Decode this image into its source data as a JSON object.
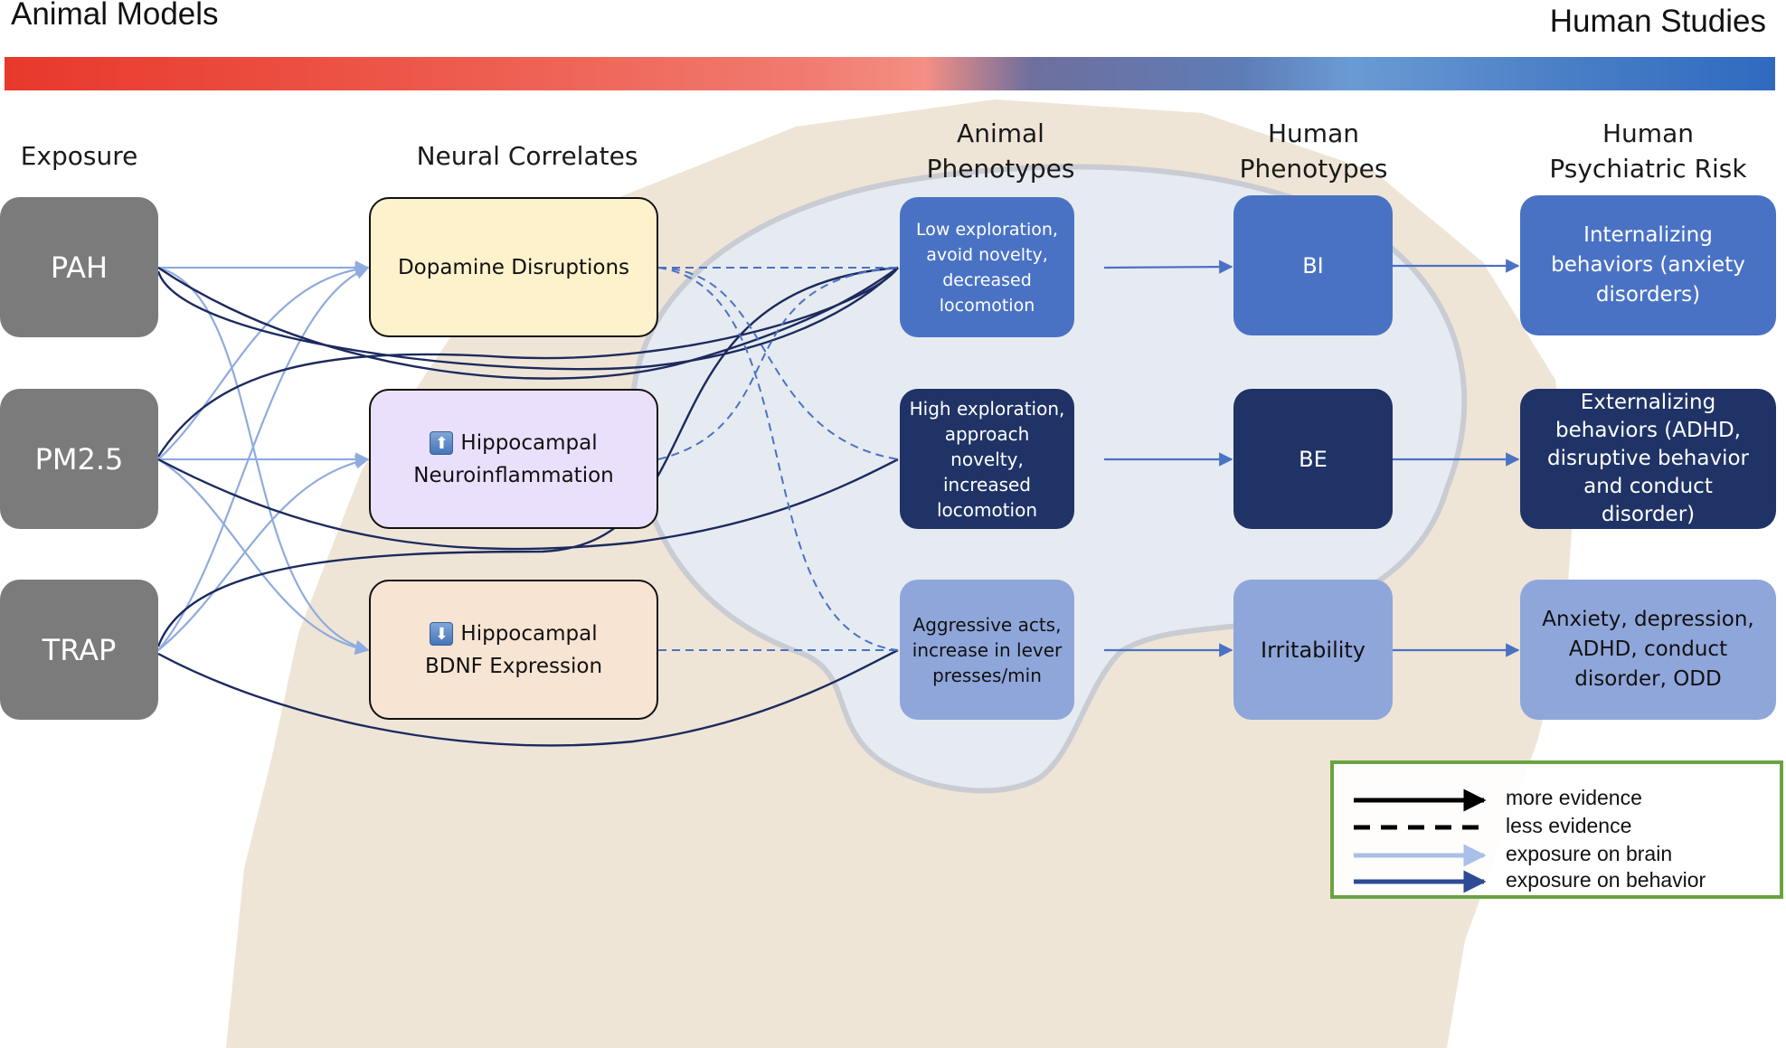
{
  "header": {
    "left_title": "Animal Models",
    "right_title": "Human Studies"
  },
  "columns": {
    "exposure": "Exposure",
    "neural": "Neural Correlates",
    "animal": "Animal\nPhenotypes",
    "human": "Human\nPhenotypes",
    "risk": "Human\nPsychiatric Risk"
  },
  "exposures": [
    "PAH",
    "PM2.5",
    "TRAP"
  ],
  "neural_correlates": [
    {
      "label": "Dopamine Disruptions",
      "icon": "",
      "fill": "#fdf2cc"
    },
    {
      "label_line1": "Hippocampal",
      "label_line2": "Neuroinflammation",
      "icon": "up-arrow-icon",
      "fill": "#ebe0fb"
    },
    {
      "label_line1": "Hippocampal",
      "label_line2": "BDNF Expression",
      "icon": "down-arrow-icon",
      "fill": "#f8e4d3"
    }
  ],
  "animal_phenotypes": [
    {
      "label": "Low exploration,\navoid novelty,\ndecreased\nlocomotion",
      "fill": "#4a72c4"
    },
    {
      "label": "High exploration,\napproach\nnovelty,\nincreased\nlocomotion",
      "fill": "#1f3366"
    },
    {
      "label": "Aggressive acts,\nincrease in lever\npresses/min",
      "fill": "#8fa6da"
    }
  ],
  "human_phenotypes": [
    {
      "label": "BI",
      "fill": "#4a72c4"
    },
    {
      "label": "BE",
      "fill": "#1f3366"
    },
    {
      "label": "Irritability",
      "fill": "#8fa6da"
    }
  ],
  "psychiatric_risk": [
    {
      "label": "Internalizing\nbehaviors (anxiety\ndisorders)",
      "fill": "#4a72c4"
    },
    {
      "label": "Externalizing\nbehaviors (ADHD,\ndisruptive behavior\nand  conduct\ndisorder)",
      "fill": "#1f3366"
    },
    {
      "label": "Anxiety, depression,\nADHD, conduct\ndisorder, ODD",
      "fill": "#8fa6da"
    }
  ],
  "legend": {
    "items": [
      {
        "label": "more evidence",
        "style": "solid",
        "color": "#000000"
      },
      {
        "label": "less evidence",
        "style": "dashed",
        "color": "#000000"
      },
      {
        "label": "exposure on brain",
        "style": "solid",
        "color": "#a9c0e8"
      },
      {
        "label": "exposure on behavior",
        "style": "solid",
        "color": "#2d4a94"
      }
    ]
  },
  "colors": {
    "exposure_box": "#7b7b7b",
    "brain_link": "#8fabdf",
    "behavior_link": "#1c2a5e",
    "dashed_link": "#4a72c4",
    "solid_link": "#4a72c4",
    "legend_border": "#6aa343"
  }
}
